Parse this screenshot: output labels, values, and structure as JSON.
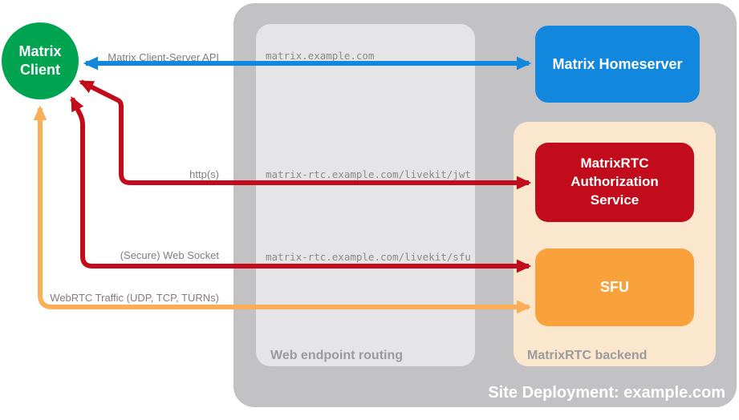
{
  "title": "MatrixRTC site deployment diagram",
  "colors": {
    "blue": "#1287DE",
    "red": "#C20C1B",
    "orange": "#FBAE55",
    "green": "#00A350",
    "orange_box": "#F9A23C",
    "peach_zone": "#FBE7CD",
    "outer_zone_gray": "#C2C2C5",
    "inner_zone_gray": "#E5E5E7",
    "label_gray": "#7E7E7E"
  },
  "nodes": {
    "client": {
      "label": "Matrix Client"
    },
    "homeserver": {
      "label": "Matrix Homeserver"
    },
    "auth_service": {
      "label": "MatrixRTC Authorization Service"
    },
    "sfu": {
      "label": "SFU"
    }
  },
  "zones": {
    "site_deployment": {
      "label": "Site Deployment: example.com"
    },
    "web_endpoint_routing": {
      "label": "Web endpoint routing"
    },
    "matrixrtc_backend": {
      "label": "MatrixRTC backend"
    }
  },
  "edges": [
    {
      "id": "client-server-api",
      "label": "Matrix Client-Server API",
      "endpoint": "matrix.example.com",
      "from": "Matrix Client",
      "to": "Matrix Homeserver"
    },
    {
      "id": "https",
      "label": "http(s)",
      "endpoint": "matrix-rtc.example.com/livekit/jwt",
      "from": "Matrix Client",
      "to": "MatrixRTC Authorization Service"
    },
    {
      "id": "websocket",
      "label": "(Secure) Web Socket",
      "endpoint": "matrix-rtc.example.com/livekit/sfu",
      "from": "Matrix Client",
      "to": "SFU"
    },
    {
      "id": "webrtc",
      "label": "WebRTC Traffic (UDP, TCP, TURNs)",
      "endpoint": "",
      "from": "Matrix Client",
      "to": "SFU"
    }
  ]
}
